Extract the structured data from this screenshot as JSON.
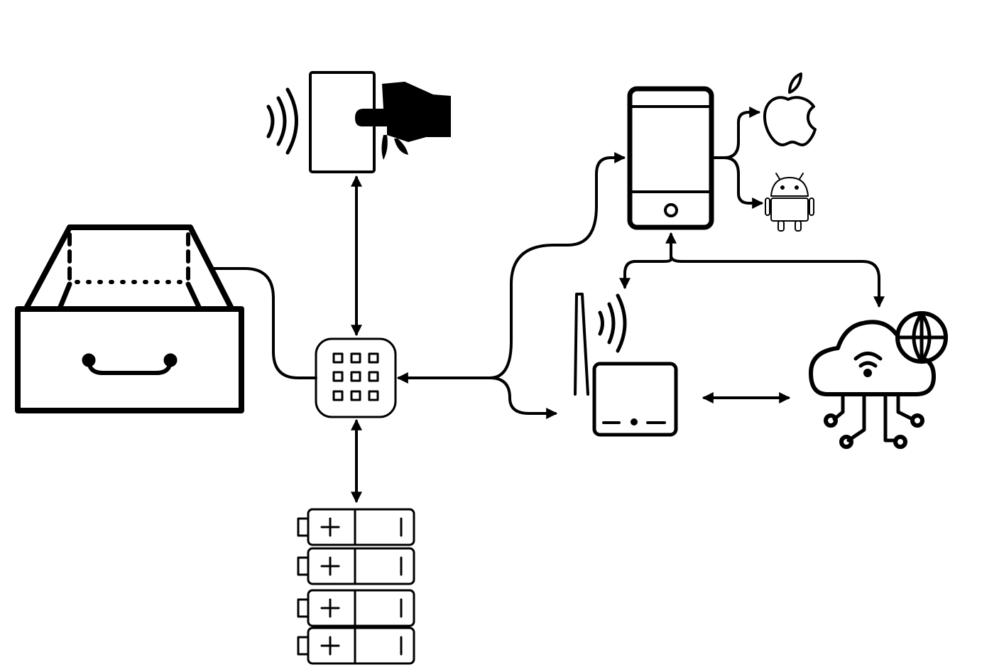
{
  "diagram": {
    "stroke_color": "#000000",
    "background": "#ffffff",
    "nodes": [
      {
        "id": "drawer",
        "icon": "drawer-icon"
      },
      {
        "id": "card-reader",
        "icon": "contactless-card-reader-icon"
      },
      {
        "id": "controller",
        "icon": "keypad-controller-icon"
      },
      {
        "id": "batteries",
        "icon": "battery-pack-icon"
      },
      {
        "id": "phone",
        "icon": "smartphone-icon"
      },
      {
        "id": "ios",
        "icon": "apple-icon"
      },
      {
        "id": "android",
        "icon": "android-icon"
      },
      {
        "id": "router",
        "icon": "wifi-router-icon"
      },
      {
        "id": "cloud",
        "icon": "cloud-network-icon"
      }
    ]
  }
}
